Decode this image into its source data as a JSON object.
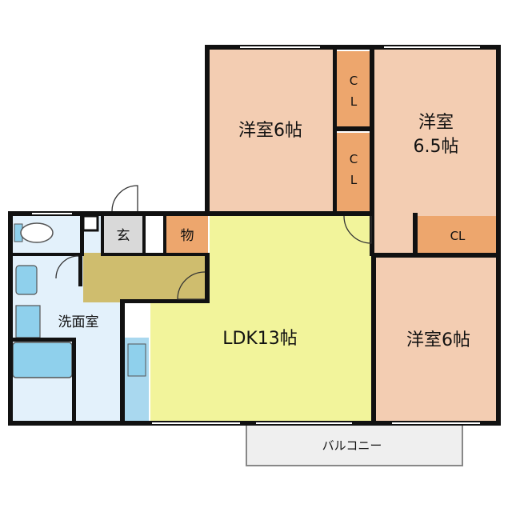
{
  "rooms": {
    "western_top": "洋室6帖",
    "western_right_l1": "洋室",
    "western_right_l2": "6.5帖",
    "western_bottom": "洋室6帖",
    "ldk": "LDK13帖",
    "washroom": "洗面室",
    "entrance": "玄",
    "storage": "物",
    "closet_upper_1": "C",
    "closet_upper_2": "L",
    "closet_mid_1": "C",
    "closet_mid_2": "L",
    "closet_right": "CL",
    "balcony": "バルコニー"
  },
  "colors": {
    "western": "#f3cdb2",
    "ldk": "#f2f49b",
    "closet": "#eda66d",
    "wet": "#e3f1fb",
    "fixture": "#8fd0ec",
    "entrance": "#d9d9d9",
    "hall": "#cfbd6e",
    "balcony": "#efefef",
    "wall": "#111111"
  }
}
